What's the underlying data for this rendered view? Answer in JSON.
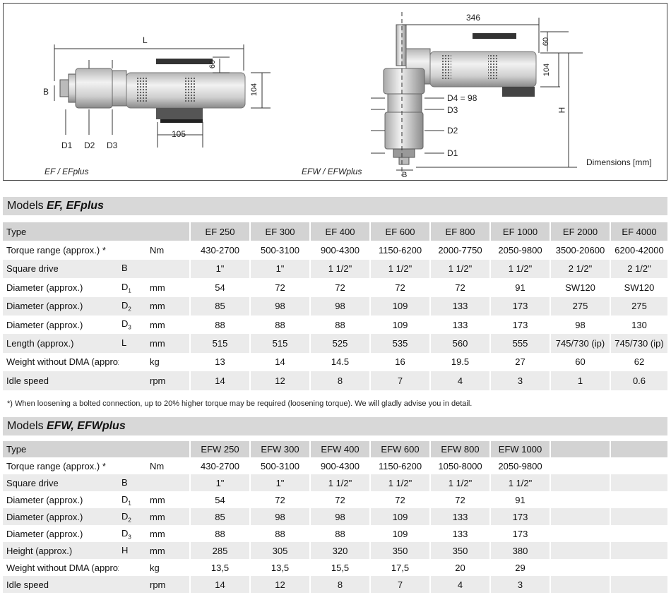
{
  "drawing": {
    "ef_caption": "EF / EFplus",
    "efw_caption": "EFW / EFWplus",
    "dimensions_label": "Dimensions [mm]",
    "ef_dims": {
      "L": "L",
      "B": "B",
      "d60": "60",
      "d104": "104",
      "d105": "105",
      "D1": "D1",
      "D2": "D2",
      "D3": "D3"
    },
    "efw_dims": {
      "d346": "346",
      "d60": "60",
      "d104": "104",
      "H": "H",
      "D4": "D4 = 98",
      "D3": "D3",
      "D2": "D2",
      "D1": "D1",
      "B": "B"
    }
  },
  "ef": {
    "title_prefix": "Models ",
    "title_models": "EF, EFplus",
    "header": [
      "Type",
      "",
      "",
      "EF 250",
      "EF 300",
      "EF 400",
      "EF 600",
      "EF 800",
      "EF 1000",
      "EF 2000",
      "EF 4000"
    ],
    "rows": [
      {
        "name": "Torque range (approx.) *",
        "sym": "",
        "sub": "",
        "unit": "Nm",
        "vals": [
          "430-2700",
          "500-3100",
          "900-4300",
          "1150-6200",
          "2000-7750",
          "2050-9800",
          "3500-20600",
          "6200-42000"
        ]
      },
      {
        "name": "Square drive",
        "sym": "B",
        "sub": "",
        "unit": "",
        "vals": [
          "1\"",
          "1\"",
          "1 1/2\"",
          "1 1/2\"",
          "1 1/2\"",
          "1 1/2\"",
          "2 1/2\"",
          "2 1/2\""
        ]
      },
      {
        "name": "Diameter (approx.)",
        "sym": "D",
        "sub": "1",
        "unit": "mm",
        "vals": [
          "54",
          "72",
          "72",
          "72",
          "72",
          "91",
          "SW120",
          "SW120"
        ]
      },
      {
        "name": "Diameter (approx.)",
        "sym": "D",
        "sub": "2",
        "unit": "mm",
        "vals": [
          "85",
          "98",
          "98",
          "109",
          "133",
          "173",
          "275",
          "275"
        ]
      },
      {
        "name": "Diameter (approx.)",
        "sym": "D",
        "sub": "3",
        "unit": "mm",
        "vals": [
          "88",
          "88",
          "88",
          "109",
          "133",
          "173",
          "98",
          "130"
        ]
      },
      {
        "name": "Length (approx.)",
        "sym": "L",
        "sub": "",
        "unit": "mm",
        "vals": [
          "515",
          "515",
          "525",
          "535",
          "560",
          "555",
          "745/730 (ip)",
          "745/730 (ip)"
        ]
      },
      {
        "name": "Weight without DMA (approx.)",
        "sym": "",
        "sub": "",
        "unit": "kg",
        "vals": [
          "13",
          "14",
          "14.5",
          "16",
          "19.5",
          "27",
          "60",
          "62"
        ]
      },
      {
        "name": "Idle speed",
        "sym": "",
        "sub": "",
        "unit": "rpm",
        "vals": [
          "14",
          "12",
          "8",
          "7",
          "4",
          "3",
          "1",
          "0.6"
        ]
      }
    ]
  },
  "footnote": "*)   When loosening a bolted connection, up to 20% higher torque may be required (loosening torque). We will gladly advise you in detail.",
  "efw": {
    "title_prefix": "Models ",
    "title_models": "EFW, EFWplus",
    "header": [
      "Type",
      "",
      "",
      "EFW 250",
      "EFW 300",
      "EFW 400",
      "EFW 600",
      "EFW 800",
      "EFW 1000",
      "",
      ""
    ],
    "rows": [
      {
        "name": "Torque range (approx.) *",
        "sym": "",
        "sub": "",
        "unit": "Nm",
        "vals": [
          "430-2700",
          "500-3100",
          "900-4300",
          "1150-6200",
          "1050-8000",
          "2050-9800",
          "",
          ""
        ]
      },
      {
        "name": "Square drive",
        "sym": "B",
        "sub": "",
        "unit": "",
        "vals": [
          "1\"",
          "1\"",
          "1 1/2\"",
          "1 1/2\"",
          "1 1/2\"",
          "1 1/2\"",
          "",
          ""
        ]
      },
      {
        "name": "Diameter (approx.)",
        "sym": "D",
        "sub": "1",
        "unit": "mm",
        "vals": [
          "54",
          "72",
          "72",
          "72",
          "72",
          "91",
          "",
          ""
        ]
      },
      {
        "name": "Diameter (approx.)",
        "sym": "D",
        "sub": "2",
        "unit": "mm",
        "vals": [
          "85",
          "98",
          "98",
          "109",
          "133",
          "173",
          "",
          ""
        ]
      },
      {
        "name": "Diameter (approx.)",
        "sym": "D",
        "sub": "3",
        "unit": "mm",
        "vals": [
          "88",
          "88",
          "88",
          "109",
          "133",
          "173",
          "",
          ""
        ]
      },
      {
        "name": "Height (approx.)",
        "sym": "H",
        "sub": "",
        "unit": "mm",
        "vals": [
          "285",
          "305",
          "320",
          "350",
          "350",
          "380",
          "",
          ""
        ]
      },
      {
        "name": "Weight without DMA (approx.)",
        "sym": "",
        "sub": "",
        "unit": "kg",
        "vals": [
          "13,5",
          "13,5",
          "15,5",
          "17,5",
          "20",
          "29",
          "",
          ""
        ]
      },
      {
        "name": "Idle speed",
        "sym": "",
        "sub": "",
        "unit": "rpm",
        "vals": [
          "14",
          "12",
          "8",
          "7",
          "4",
          "3",
          "",
          ""
        ]
      }
    ]
  }
}
